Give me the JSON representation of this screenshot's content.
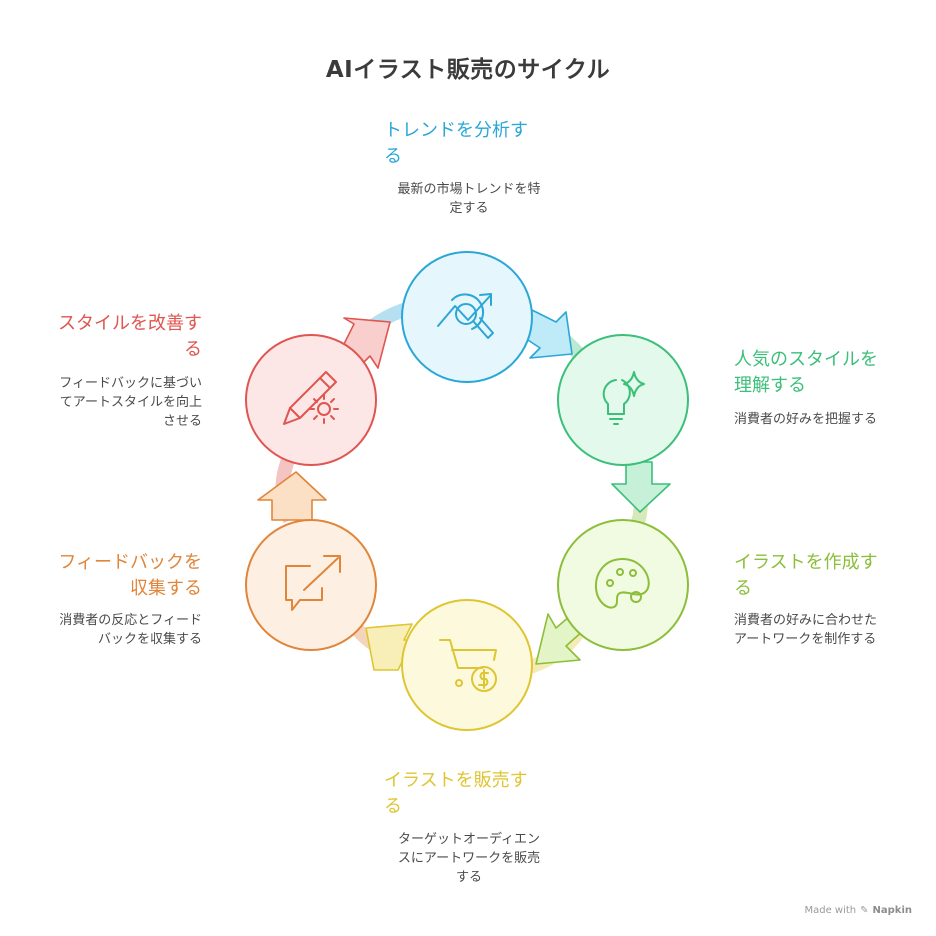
{
  "title": "AIイラスト販売のサイクル",
  "footer": {
    "made_with": "Made with",
    "brand": "Napkin"
  },
  "steps": [
    {
      "heading": "トレンドを分析す\nる",
      "description": "最新の市場トレンドを特\n定する",
      "color": "#2aa7d6",
      "fill": "#e6f6fd",
      "icon": "trend-analysis-icon"
    },
    {
      "heading": "人気のスタイルを\n理解する",
      "description": "消費者の好みを把握する",
      "color": "#3bbf7a",
      "fill": "#e2f9ec",
      "icon": "lightbulb-sparkle-icon"
    },
    {
      "heading": "イラストを作成す\nる",
      "description": "消費者の好みに合わせた\nアートワークを制作する",
      "color": "#8cbe3a",
      "fill": "#f1fbe2",
      "icon": "palette-icon"
    },
    {
      "heading": "イラストを販売す\nる",
      "description": "ターゲットオーディエン\nスにアートワークを販売\nする",
      "color": "#dfc531",
      "fill": "#fdf9dd",
      "icon": "cart-dollar-icon"
    },
    {
      "heading": "フィードバックを\n収集する",
      "description": "消費者の反応とフィード\nバックを収集する",
      "color": "#e0853a",
      "fill": "#fdf0e3",
      "icon": "chat-share-icon"
    },
    {
      "heading": "スタイルを改善す\nる",
      "description": "フィードバックに基づい\nてアートスタイルを向上\nさせる",
      "color": "#e0554f",
      "fill": "#fde6e6",
      "icon": "pencil-gear-icon"
    }
  ]
}
